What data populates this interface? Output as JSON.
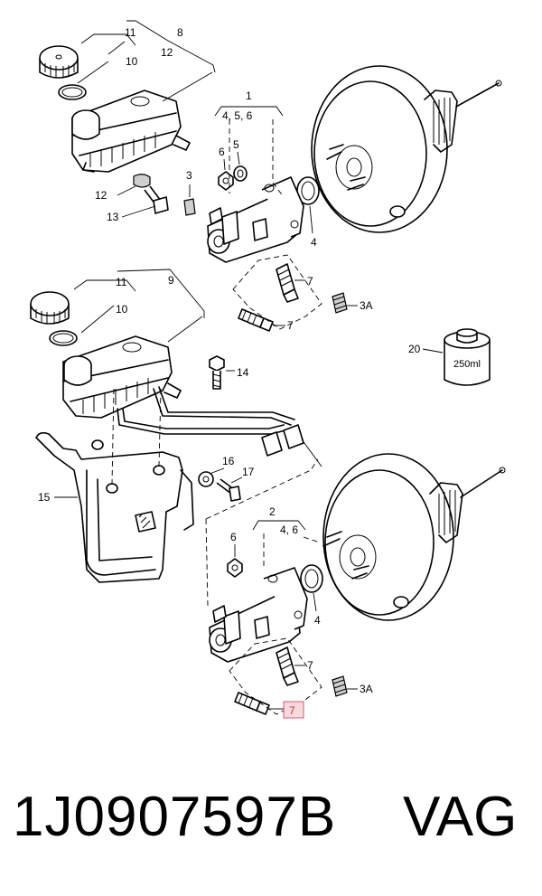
{
  "footer": {
    "part_number": "1J0907597B",
    "brand": "VAG"
  },
  "diagram": {
    "top_group": {
      "label_8": "8",
      "label_12_header": "12",
      "label_11": "11",
      "label_10": "10",
      "label_12": "12",
      "label_13": "13",
      "label_3": "3",
      "label_6": "6",
      "label_5": "5",
      "label_1": "1",
      "label_456": "4, 5, 6",
      "label_4": "4",
      "label_7": "7",
      "label_7b": "7",
      "label_3a": "3A"
    },
    "bottom_group": {
      "label_11": "11",
      "label_9": "9",
      "label_10": "10",
      "label_14": "14",
      "label_15": "15",
      "label_16": "16",
      "label_17": "17",
      "label_2": "2",
      "label_46": "4, 6",
      "label_6": "6",
      "label_4": "4",
      "label_7": "7",
      "label_7_highlight": "7",
      "label_3a": "3A"
    },
    "fluid": {
      "label_20": "20",
      "bottle_text": "250ml"
    }
  }
}
